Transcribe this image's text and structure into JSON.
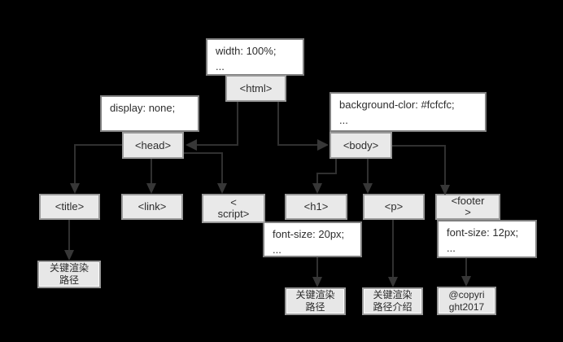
{
  "styles": {
    "html_css": "width: 100%;\n...",
    "head_css": "display: none;",
    "body_css": "background-clor: #fcfcfc;\n...",
    "h1_css": "font-size: 20px;\n...",
    "footer_css": "font-size: 12px;\n..."
  },
  "nodes": {
    "html": "<html>",
    "head": "<head>",
    "body": "<body>",
    "title": "<title>",
    "link": "<link>",
    "script": "<\nscript>",
    "h1": "<h1>",
    "p": "<p>",
    "footer": "<footer\n>"
  },
  "leaves": {
    "title_text": "关键渲染\n路径",
    "h1_text": "关键渲染\n路径",
    "p_text": "关键渲染\n路径介绍",
    "footer_text": "@copyri\nght2017"
  },
  "colors": {
    "background": "#000000",
    "node_fill": "#e9e9e9",
    "node_border": "#9a9a9a",
    "style_box_fill": "#ffffff",
    "style_box_border": "#7f7f7f",
    "connector": "#303030",
    "text": "#2d2d2d"
  }
}
